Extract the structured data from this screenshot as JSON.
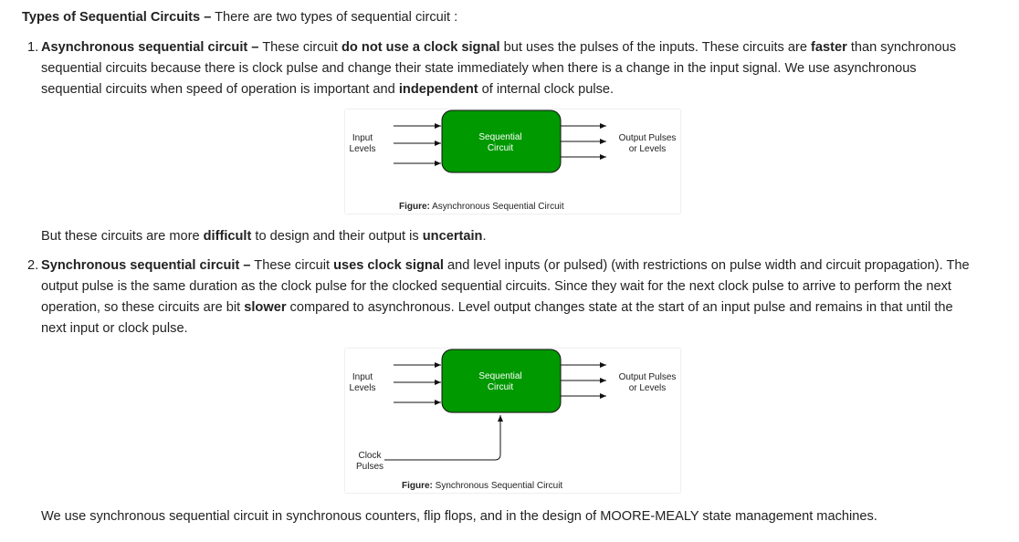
{
  "intro": {
    "heading": "Types of Sequential Circuits –",
    "text": " There are two types of sequential circuit :"
  },
  "item1": {
    "number": "1.",
    "title": "Asynchronous sequential circuit –",
    "t1": " These circuit ",
    "b1": "do not use a clock signal",
    "t2": " but uses the pulses of the inputs. These circuits are ",
    "b2": "faster",
    "t3": " than synchronous",
    "line2": "sequential circuits because there is clock pulse and change their state immediately when there is a change in the input signal. We use asynchronous",
    "line3a": "sequential circuits when speed of operation is important and ",
    "b3": "independent",
    "line3b": " of internal clock pulse."
  },
  "figure1": {
    "input_label_1": "Input",
    "input_label_2": "Levels",
    "box_label_1": "Sequential",
    "box_label_2": "Circuit",
    "output_label_1": "Output Pulses",
    "output_label_2": "or Levels",
    "caption_bold": "Figure:",
    "caption_text": " Asynchronous Sequential Circuit"
  },
  "note1": {
    "t1": "But these circuits are more ",
    "b1": "difficult",
    "t2": " to design and their output is ",
    "b2": "uncertain",
    "t3": "."
  },
  "item2": {
    "number": "2.",
    "title": "Synchronous sequential circuit –",
    "t1": " These circuit ",
    "b1": "uses clock signal",
    "t2": " and level inputs (or pulsed) (with restrictions on pulse width and circuit propagation). The",
    "line2": "output pulse is the same duration as the clock pulse for the clocked sequential circuits. Since they wait for the next clock pulse to arrive to perform the next",
    "line3a": "operation, so these circuits are bit ",
    "b3": "slower",
    "line3b": " compared to asynchronous. Level output changes state at the start of an input pulse and remains in that until the",
    "line4": "next input or clock pulse."
  },
  "figure2": {
    "input_label_1": "Input",
    "input_label_2": "Levels",
    "box_label_1": "Sequential",
    "box_label_2": "Circuit",
    "output_label_1": "Output Pulses",
    "output_label_2": "or Levels",
    "clock_label_1": "Clock",
    "clock_label_2": "Pulses",
    "caption_bold": "Figure:",
    "caption_text": " Synchronous Sequential Circuit"
  },
  "note2": {
    "text": "We use synchronous sequential circuit in synchronous counters, flip flops, and in the design of MOORE-MEALY state management machines."
  },
  "colors": {
    "box_fill": "#009900",
    "text": "#222222"
  }
}
